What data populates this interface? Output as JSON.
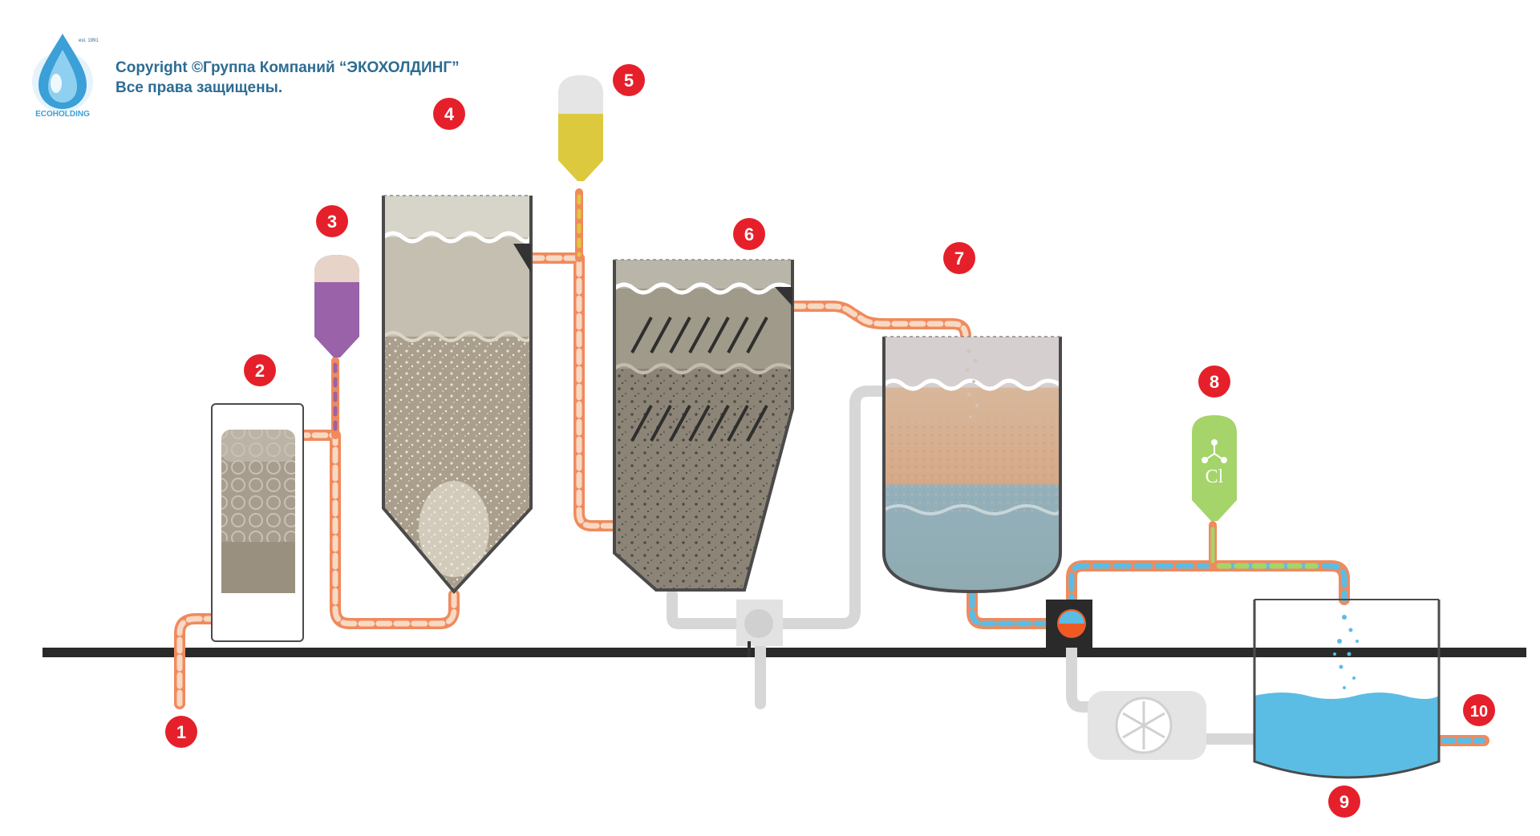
{
  "brand": {
    "est_text": "est. 1991",
    "logo_text": "ECOHOLDING",
    "copyright_line": "Copyright  ©Группа Компаний “ЭКОХОЛДИНГ”",
    "rights_line": "Все права защищены."
  },
  "colors": {
    "pipe_copper": "#f08a5d",
    "badge_red": "#e5202a",
    "water_blue": "#5bbde4",
    "ground": "#2a2a2a",
    "reagent_purple": "#9a62a8",
    "reagent_yellow": "#dcc93e",
    "chlorine_green": "#a5d46a",
    "pump_orange": "#ef5a24"
  },
  "markers": [
    {
      "label": "1"
    },
    {
      "label": "2"
    },
    {
      "label": "3"
    },
    {
      "label": "4"
    },
    {
      "label": "5"
    },
    {
      "label": "6"
    },
    {
      "label": "7"
    },
    {
      "label": "8"
    },
    {
      "label": "9"
    },
    {
      "label": "10"
    }
  ],
  "chlorine_tank": {
    "symbol": "Cl"
  }
}
